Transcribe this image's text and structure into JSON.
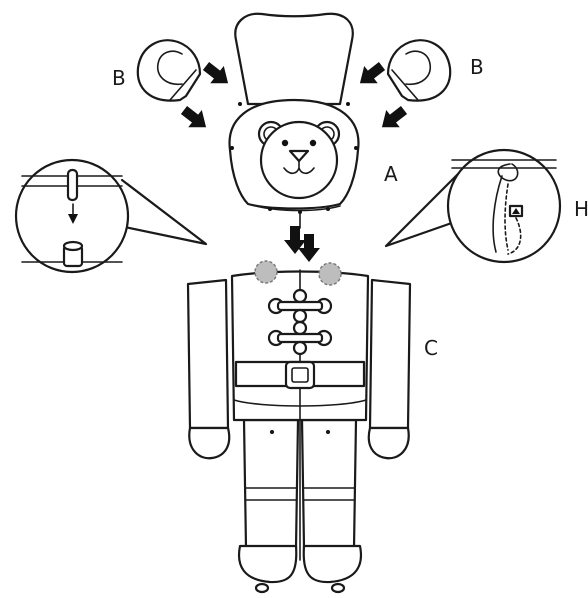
{
  "labels": {
    "head": "A",
    "ear_left": "B",
    "ear_right": "B",
    "body": "C",
    "hanger_detail": "H"
  },
  "icons": {
    "arrow": "arrow-icon",
    "peg_detail": "peg-connector-detail",
    "hanger": "hanging-loop-detail"
  },
  "colors": {
    "line": "#1a1a1a",
    "fill": "#ffffff",
    "connection_highlight": "#9a9a9a"
  }
}
